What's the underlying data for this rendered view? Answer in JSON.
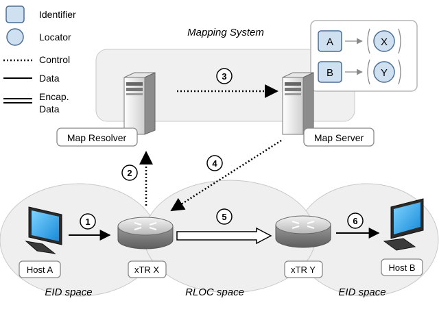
{
  "legend": {
    "identifier": "Identifier",
    "locator": "Locator",
    "control": "Control",
    "data": "Data",
    "encap_line1": "Encap.",
    "encap_line2": "Data"
  },
  "mapping_system": {
    "title": "Mapping System",
    "map_resolver": "Map Resolver",
    "map_server": "Map Server",
    "entries": [
      {
        "identifier": "A",
        "locator": "X"
      },
      {
        "identifier": "B",
        "locator": "Y"
      }
    ]
  },
  "nodes": {
    "host_a": "Host A",
    "host_b": "Host B",
    "xtr_x": "xTR X",
    "xtr_y": "xTR Y"
  },
  "spaces": {
    "eid_left": "EID space",
    "rloc": "RLOC space",
    "eid_right": "EID space"
  },
  "steps": [
    "1",
    "2",
    "3",
    "4",
    "5",
    "6"
  ],
  "colors": {
    "identifier_fill": "#cfe0f1",
    "identifier_stroke": "#4a6d94",
    "space_fill": "#efefef",
    "mapping_fill": "#f0f0f0"
  }
}
